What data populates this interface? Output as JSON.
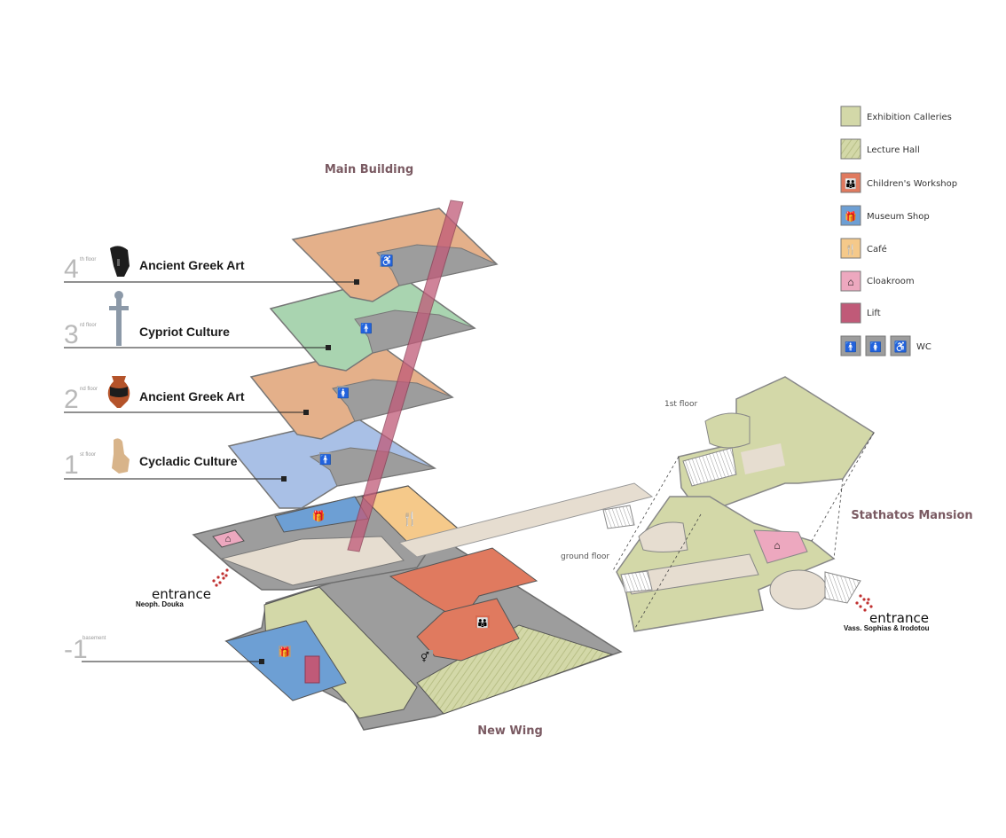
{
  "buildings": {
    "main": "Main Building",
    "new_wing": "New Wing",
    "stathatos": "Stathatos Mansion"
  },
  "floors": [
    {
      "num": "4",
      "sup": "th floor",
      "title": "Ancient Greek Art",
      "icon": "corinthian-helmet-icon"
    },
    {
      "num": "3",
      "sup": "rd floor",
      "title": "Cypriot Culture",
      "icon": "cypriot-figurine-icon"
    },
    {
      "num": "2",
      "sup": "nd floor",
      "title": "Ancient Greek Art",
      "icon": "greek-amphora-icon"
    },
    {
      "num": "1",
      "sup": "st floor",
      "title": "Cycladic Culture",
      "icon": "cycladic-figurine-icon"
    },
    {
      "num": "-1",
      "sup": "basement",
      "title": "",
      "icon": ""
    }
  ],
  "mansion_floors": {
    "first": "1st floor",
    "ground": "ground floor"
  },
  "entrances": [
    {
      "label": "entrance",
      "street": "Neoph. Douka"
    },
    {
      "label": "entrance",
      "street": "Vass. Sophias & Irodotou"
    }
  ],
  "legend": [
    {
      "label": "Exhibition Calleries",
      "color": "#d3d8a8",
      "icon": ""
    },
    {
      "label": "Lecture Hall",
      "color": "#d3d8a8",
      "icon": "stripes"
    },
    {
      "label": "Children's Workshop",
      "color": "#e07a5f",
      "icon": "children-icon"
    },
    {
      "label": "Museum Shop",
      "color": "#6d9fd4",
      "icon": "gift-icon"
    },
    {
      "label": "Café",
      "color": "#f5c98a",
      "icon": "cutlery-icon"
    },
    {
      "label": "Cloakroom",
      "color": "#eda8bf",
      "icon": "hanger-icon"
    },
    {
      "label": "Lift",
      "color": "#c05a78",
      "icon": ""
    },
    {
      "label": "WC",
      "color": "#9d9d9d",
      "icon": "wc-icons"
    }
  ],
  "colors": {
    "gallery": "#d3d8a8",
    "orange_floor": "#e4b08a",
    "green_floor": "#a9d4b0",
    "blue_floor": "#a9c0e6",
    "shop": "#6d9fd4",
    "workshop": "#e07a5f",
    "cafe": "#f5c98a",
    "cloakroom": "#eda8bf",
    "lift": "#c05a78",
    "core": "#9d9d9d",
    "walkway": "#e6ddd0"
  }
}
